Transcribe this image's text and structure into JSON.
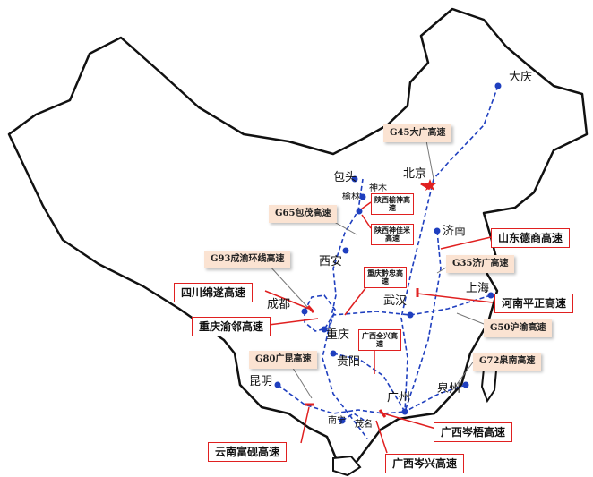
{
  "cities": {
    "daqing": "大庆",
    "beijing": "北京",
    "baotou": "包头",
    "shenmu": "神木",
    "yulin": "榆林",
    "jinan": "济南",
    "xian": "西安",
    "chengdu": "成都",
    "chongqing": "重庆",
    "wuhan": "武汉",
    "shanghai": "上海",
    "guiyang": "贵阳",
    "kunming": "昆明",
    "nanning": "南宁",
    "maoming": "茂名",
    "guangzhou": "广州",
    "quanzhou": "泉州"
  },
  "highways": {
    "g45": "G45大广高速",
    "g65": "G65包茂高速",
    "g93": "G93成渝环线高速",
    "g35": "G35济广高速",
    "g50": "G50沪渝高速",
    "g80": "G80广昆高速",
    "g72": "G72泉南高速"
  },
  "projects": {
    "shandong_dezhou": "山东德商高速",
    "henan_pingzheng": "河南平正高速",
    "sichuan_miansui": "四川绵遂高速",
    "chongqing_yulin": "重庆渝邻高速",
    "yunnan_fuyan": "云南富砚高速",
    "guangxi_cenwu": "广西岑梧高速",
    "guangxi_cenxing": "广西岑兴高速",
    "shaanxi_yushen": "陕西榆神高速",
    "shaanxi_shenjia": "陕西神佳米高速",
    "chongqing_qiangui": "重庆黔忠高速",
    "guangxi_quanxing": "广西全兴高速"
  },
  "colors": {
    "route": "#1f3fbf",
    "project_marker": "#e02020",
    "label_fill": "#fbe3d2"
  }
}
